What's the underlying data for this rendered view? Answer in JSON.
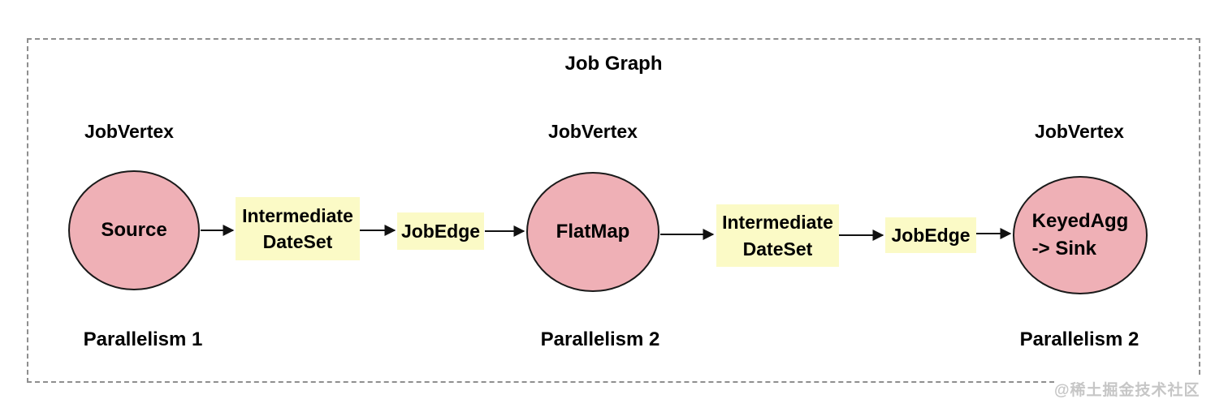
{
  "title": "Job Graph",
  "watermark": "@稀土掘金技术社区",
  "vertices": [
    {
      "type_label": "JobVertex",
      "name": "Source",
      "parallelism_label": "Parallelism 1"
    },
    {
      "type_label": "JobVertex",
      "name": "FlatMap",
      "parallelism_label": "Parallelism 2"
    },
    {
      "type_label": "JobVertex",
      "name": "KeyedAgg\n-> Sink",
      "parallelism_label": "Parallelism 2"
    }
  ],
  "intermediate_boxes": [
    {
      "label": "Intermediate\nDateSet"
    },
    {
      "label": "Intermediate\nDateSet"
    }
  ],
  "edge_boxes": [
    {
      "label": "JobEdge"
    },
    {
      "label": "JobEdge"
    }
  ],
  "colors": {
    "vertex_fill": "#EFB0B6",
    "vertex_stroke": "#1a1a1a",
    "box_fill": "#FBFAC6",
    "frame_border": "#8f8f8f",
    "edge_stroke": "#111111",
    "watermark_color": "#c6c6c6"
  }
}
